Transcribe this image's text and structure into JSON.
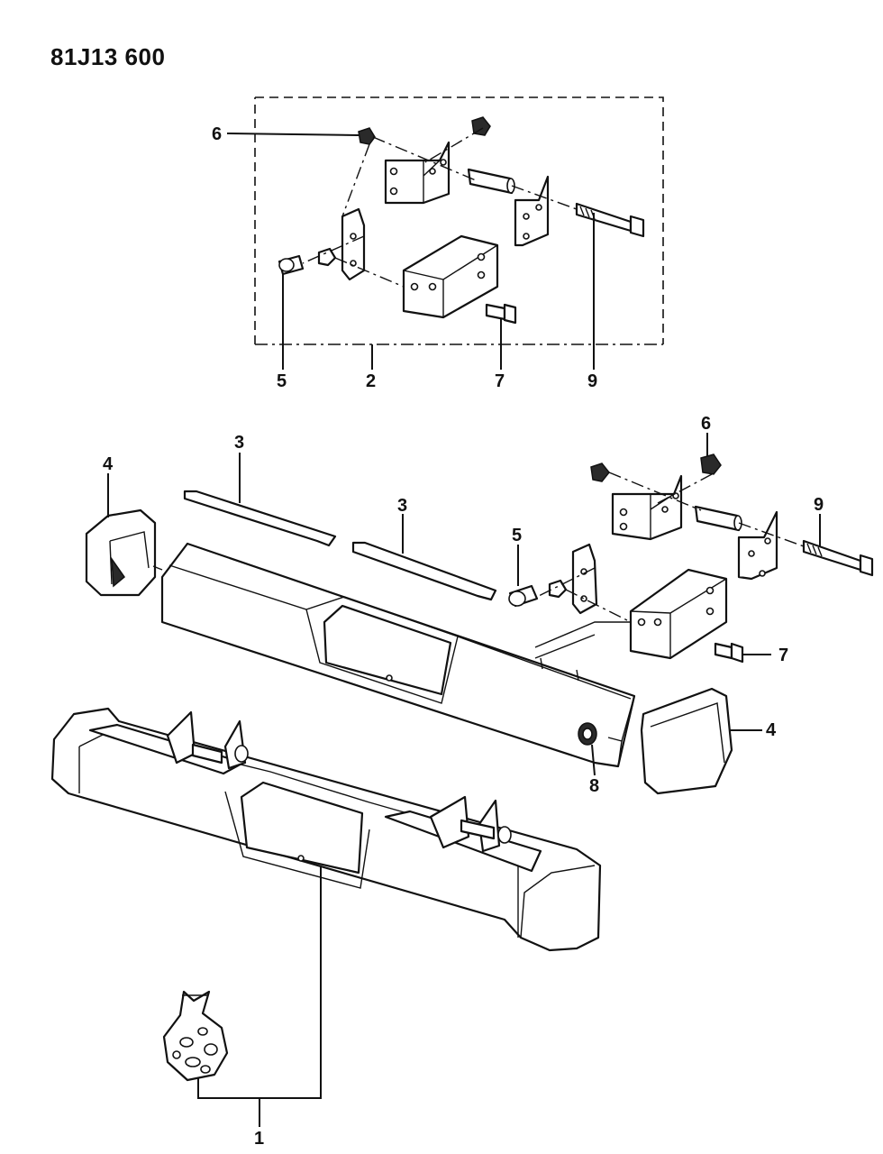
{
  "diagram_code": "81J13 600",
  "callouts": [
    {
      "id": "c6a",
      "label": "6"
    },
    {
      "id": "c5a",
      "label": "5"
    },
    {
      "id": "c2",
      "label": "2"
    },
    {
      "id": "c7a",
      "label": "7"
    },
    {
      "id": "c9a",
      "label": "9"
    },
    {
      "id": "c3a",
      "label": "3"
    },
    {
      "id": "c4a",
      "label": "4"
    },
    {
      "id": "c3b",
      "label": "3"
    },
    {
      "id": "c6b",
      "label": "6"
    },
    {
      "id": "c9b",
      "label": "9"
    },
    {
      "id": "c5b",
      "label": "5"
    },
    {
      "id": "c7b",
      "label": "7"
    },
    {
      "id": "c4b",
      "label": "4"
    },
    {
      "id": "c8",
      "label": "8"
    },
    {
      "id": "c1",
      "label": "1"
    }
  ]
}
